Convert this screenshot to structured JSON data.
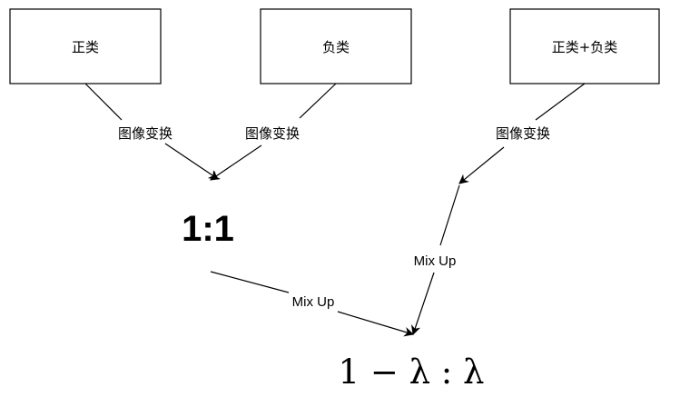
{
  "boxes": {
    "positive": "正类",
    "negative": "负类",
    "mixed": "正类+负类"
  },
  "edges": {
    "transform_left_a": "图像变换",
    "transform_left_b": "图像变换",
    "transform_right": "图像变换",
    "mixup_right": "Mix Up",
    "mixup_bottom": "Mix Up"
  },
  "ratios": {
    "balanced": "1:1",
    "final": "1 − λ : λ"
  },
  "colors": {
    "stroke": "#000000",
    "background": "#ffffff"
  }
}
